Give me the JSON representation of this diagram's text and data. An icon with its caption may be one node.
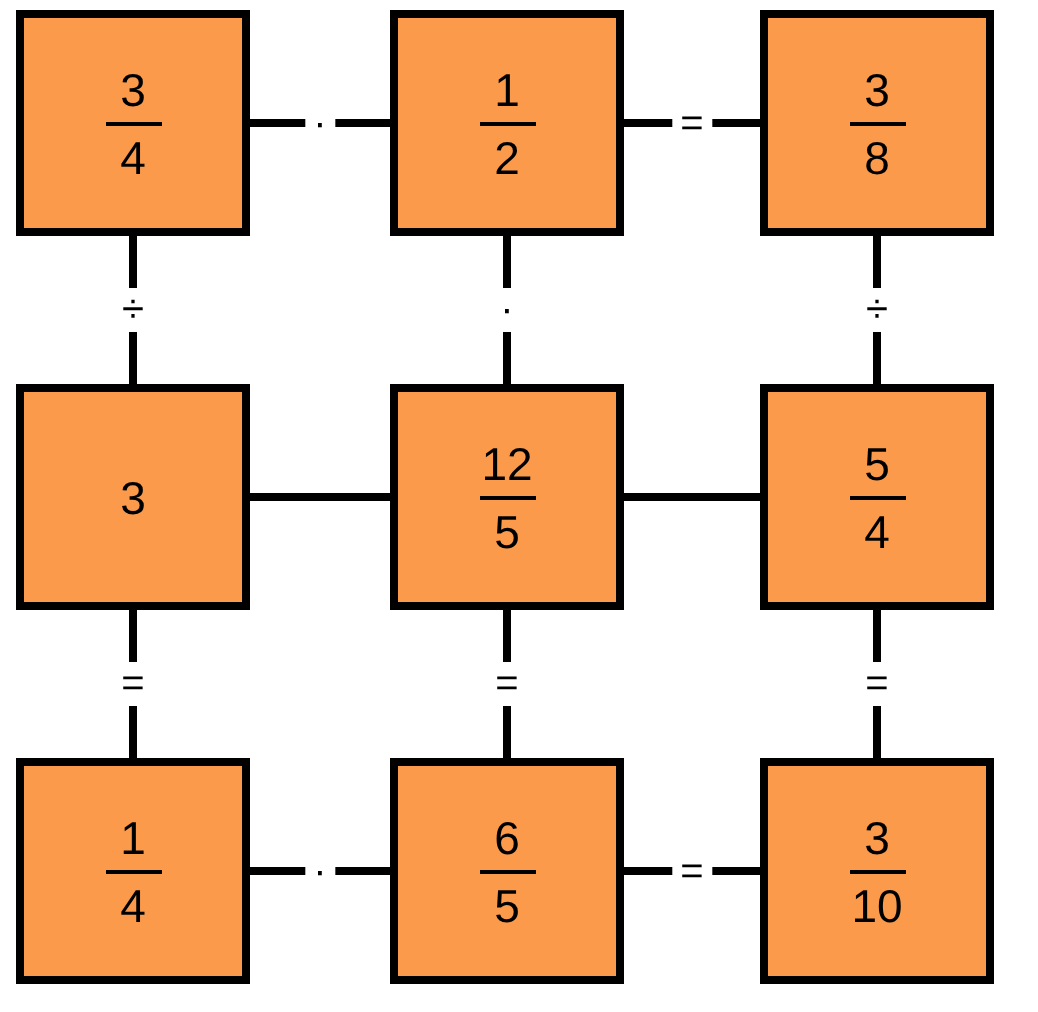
{
  "diagram": {
    "nodes": [
      {
        "text": [
          "3",
          "4"
        ]
      },
      {
        "text": [
          "1",
          "2"
        ]
      },
      {
        "text": [
          "3",
          "8"
        ]
      },
      {
        "text": [
          "3"
        ]
      },
      {
        "text": [
          "12",
          "5"
        ]
      },
      {
        "text": [
          "5",
          "4"
        ]
      },
      {
        "text": [
          "1",
          "4"
        ]
      },
      {
        "text": [
          "6",
          "5"
        ]
      },
      {
        "text": [
          "3",
          "10"
        ]
      }
    ],
    "edges": [
      {
        "from": 0,
        "to": 1,
        "arrow": "none",
        "label": "·"
      },
      {
        "from": 1,
        "to": 2,
        "arrow": "none",
        "label": "="
      },
      {
        "from": 0,
        "to": 3,
        "arrow": "none",
        "label": "÷"
      },
      {
        "from": 1,
        "to": 4,
        "arrow": "none",
        "label": "·"
      },
      {
        "from": 2,
        "to": 5,
        "arrow": "none",
        "label": "÷"
      },
      {
        "from": 3,
        "to": 4,
        "arrow": "none"
      },
      {
        "from": 4,
        "to": 5,
        "arrow": "none"
      },
      {
        "from": 3,
        "to": 6,
        "arrow": "none",
        "label": "="
      },
      {
        "from": 4,
        "to": 7,
        "arrow": "none",
        "label": "="
      },
      {
        "from": 5,
        "to": 8,
        "arrow": "none",
        "label": "="
      },
      {
        "from": 6,
        "to": 7,
        "arrow": "none",
        "label": "·"
      },
      {
        "from": 7,
        "to": 8,
        "arrow": "none",
        "label": "="
      }
    ]
  }
}
